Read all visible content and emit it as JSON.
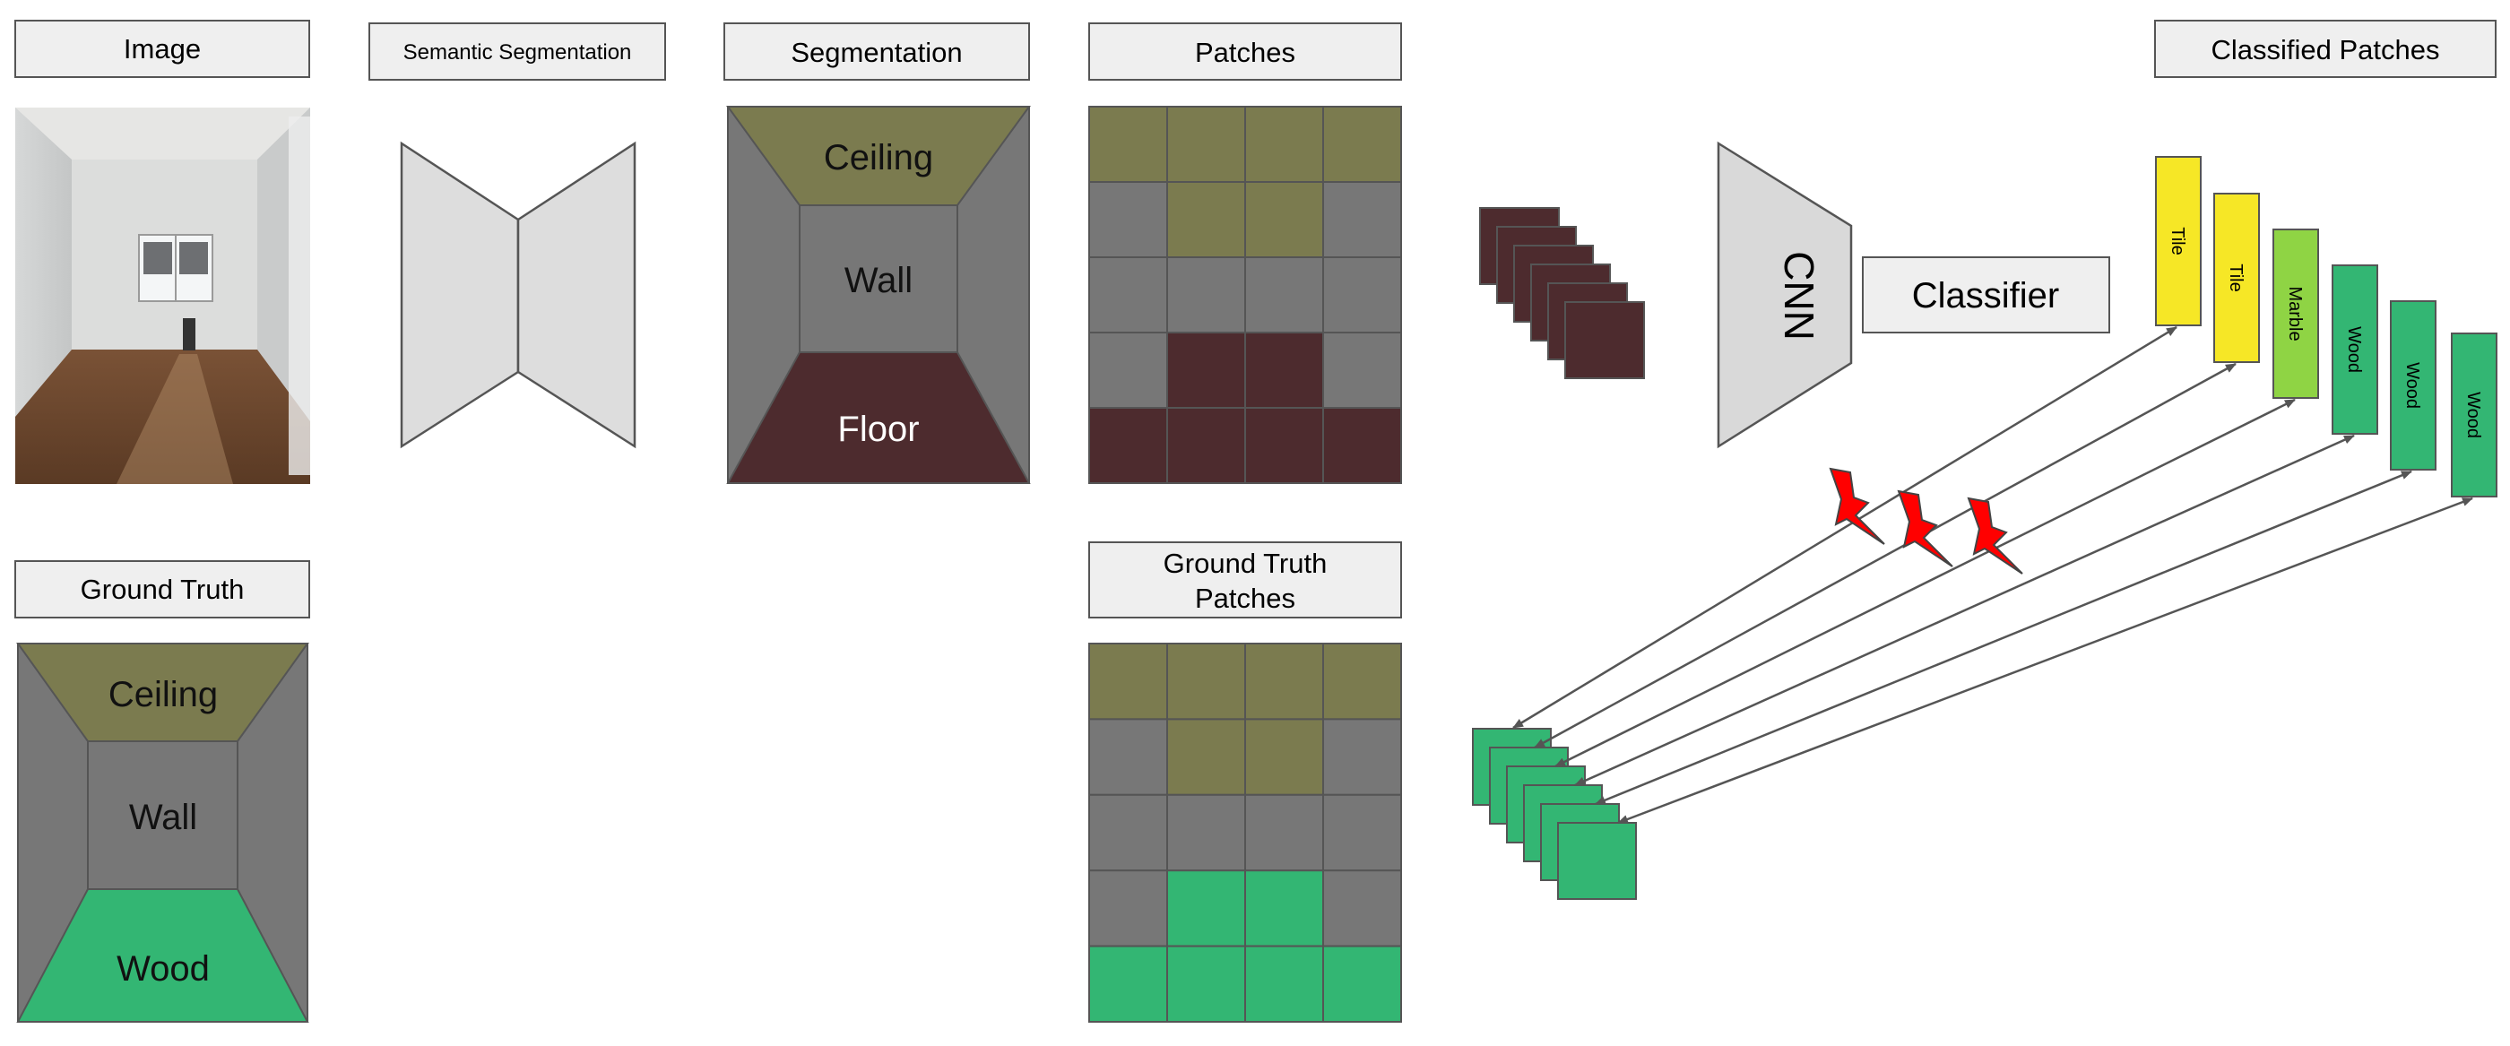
{
  "labels": {
    "image": "Image",
    "semantic_segmentation": "Semantic Segmentation",
    "segmentation": "Segmentation",
    "patches": "Patches",
    "classified_patches": "Classified Patches",
    "ground_truth": "Ground Truth",
    "ground_truth_patches_line1": "Ground Truth",
    "ground_truth_patches_line2": "Patches"
  },
  "segmentation_regions": {
    "ceiling": "Ceiling",
    "wall": "Wall",
    "floor": "Floor"
  },
  "ground_truth_regions": {
    "ceiling": "Ceiling",
    "wall": "Wall",
    "floor": "Wood"
  },
  "model": {
    "cnn": "CNN",
    "classifier": "Classifier"
  },
  "classified_patches": [
    {
      "label": "Tile",
      "color": "#f6e726"
    },
    {
      "label": "Tile",
      "color": "#f6e726"
    },
    {
      "label": "Marble",
      "color": "#8fd444"
    },
    {
      "label": "Wood",
      "color": "#33b673"
    },
    {
      "label": "Wood",
      "color": "#33b673"
    },
    {
      "label": "Wood",
      "color": "#33b673"
    }
  ],
  "patch_grid": [
    [
      "c",
      "c",
      "c",
      "c"
    ],
    [
      "w",
      "c",
      "c",
      "w"
    ],
    [
      "w",
      "w",
      "w",
      "w"
    ],
    [
      "w",
      "f",
      "f",
      "w"
    ],
    [
      "f",
      "f",
      "f",
      "f"
    ]
  ],
  "ground_truth_grid": [
    [
      "c",
      "c",
      "c",
      "c"
    ],
    [
      "w",
      "c",
      "c",
      "w"
    ],
    [
      "w",
      "w",
      "w",
      "w"
    ],
    [
      "w",
      "g",
      "g",
      "w"
    ],
    [
      "g",
      "g",
      "g",
      "g"
    ]
  ],
  "colors": {
    "ceiling": "#7b7b4f",
    "wall": "#777777",
    "floor": "#4d2b2e",
    "wood": "#33b673",
    "tile": "#f6e726",
    "marble": "#8fd444",
    "error": "#ff0000",
    "label_box": "#efefef",
    "cnn": "#d9d9d9"
  },
  "icons": {
    "photo": "room-photo",
    "error": "lightning-bolt-icon"
  }
}
